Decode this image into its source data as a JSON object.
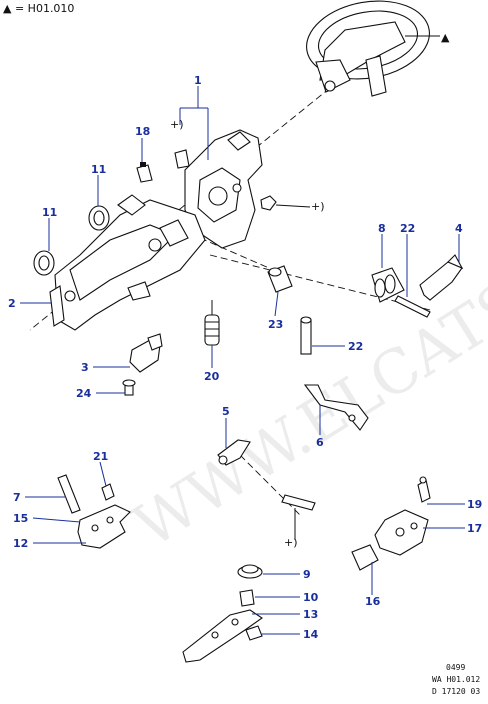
{
  "header": {
    "text": "▲ = H01.010"
  },
  "watermark": "WWW.ELCATS.RU",
  "callouts": [
    "1",
    "2",
    "3",
    "4",
    "5",
    "6",
    "7",
    "8",
    "9",
    "10",
    "11",
    "11",
    "12",
    "13",
    "14",
    "15",
    "16",
    "17",
    "18",
    "19",
    "20",
    "21",
    "22",
    "22",
    "23",
    "24"
  ],
  "symbols": {
    "triangle": "▲",
    "ref_a": "+)",
    "ref_b": "+)",
    "ref_c": "+)"
  },
  "footer": {
    "line1": "0499",
    "line2": "WA H01.012",
    "line3": "D 17120 03"
  },
  "colors": {
    "callout": "#1a2f9c",
    "line": "#111111"
  }
}
